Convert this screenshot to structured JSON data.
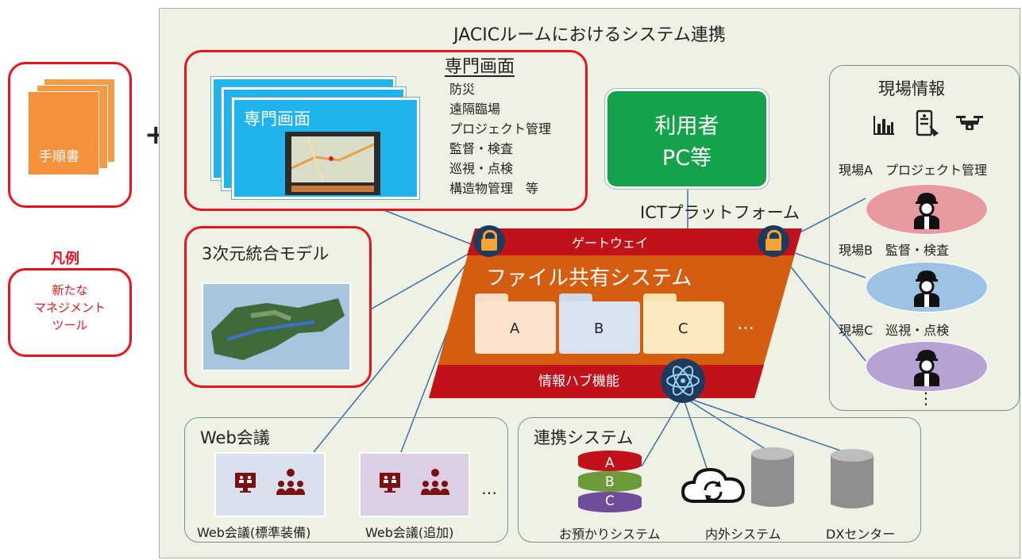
{
  "legend": {
    "manual_label": "手順書",
    "plus": "+",
    "title": "凡例",
    "box_lines": [
      "新たな",
      "マネジメント",
      "ツール"
    ]
  },
  "title": "JACICルームにおけるシステム連携",
  "specialist": {
    "heading": "専門画面",
    "screen_label": "専門画面",
    "items": [
      "防災",
      "遠隔臨場",
      "プロジェクト管理",
      "監督・検査",
      "巡視・点検",
      "構造物管理　等"
    ]
  },
  "model3d": {
    "heading": "3次元統合モデル"
  },
  "user_pc": {
    "line1": "利用者",
    "line2": "PC等"
  },
  "ict": {
    "label": "ICTプラットフォーム",
    "gateway": "ゲートウェイ",
    "file_system": "ファイル共有システム",
    "folders": [
      "A",
      "B",
      "C"
    ],
    "more": "…",
    "hub": "情報ハブ機能"
  },
  "site": {
    "heading": "現場情報",
    "icons": [
      "bar-chart-icon",
      "phone-document-icon",
      "drone-icon"
    ],
    "rows": [
      {
        "label": "現場A　プロジェクト管理",
        "color": "#e89aa0"
      },
      {
        "label": "現場B　監督・検査",
        "color": "#9cc2e6"
      },
      {
        "label": "現場C　巡視・点検",
        "color": "#b7a3d3"
      }
    ],
    "more": "⋮"
  },
  "web": {
    "heading": "Web会議",
    "items": [
      {
        "label": "Web会議(標準装備)",
        "bg": "#d9e1ee"
      },
      {
        "label": "Web会議(追加)",
        "bg": "#dccfe3"
      }
    ],
    "more": "…"
  },
  "linked": {
    "heading": "連携システム",
    "stack_labels": [
      "A",
      "B",
      "C"
    ],
    "items": [
      "お預かりシステム",
      "内外システム",
      "DXセンター"
    ]
  },
  "colors": {
    "red": "#e8141b",
    "orange": "#d55d10",
    "darkred": "#c1121c",
    "green": "#14a24a",
    "navy": "#1f3b5c",
    "line": "#3d6ea8"
  }
}
